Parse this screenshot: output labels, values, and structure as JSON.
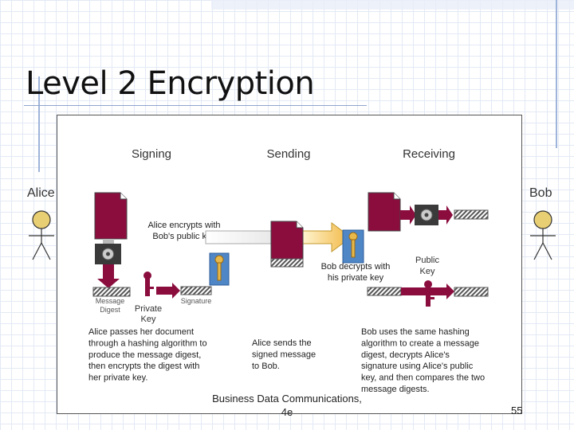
{
  "slide": {
    "title": "Level 2 Encryption",
    "footer_text": "Business Data Communications,\n4e",
    "page_number": "55"
  },
  "people": {
    "alice": "Alice",
    "bob": "Bob"
  },
  "diagram": {
    "headings": {
      "signing": "Signing",
      "sending": "Sending",
      "receiving": "Receiving"
    },
    "callouts": {
      "alice_encrypts_1": "Alice encrypts with",
      "alice_encrypts_2": "Bob's public key",
      "bob_decrypts_1": "Bob decrypts with",
      "bob_decrypts_2": "his private key"
    },
    "labels": {
      "message_1": "Message",
      "message_2": "Digest",
      "private_1": "Private",
      "private_2": "Key",
      "signature": "Signature",
      "public_1": "Public",
      "public_2": "Key"
    },
    "descriptions": {
      "signing": [
        "Alice passes her document",
        "through a hashing algorithm to",
        "produce the message digest,",
        "then encrypts the digest with",
        "her private key."
      ],
      "sending": [
        "Alice sends the",
        "signed message",
        "to Bob."
      ],
      "receiving": [
        "Bob uses the same hashing",
        "algorithm to create a message",
        "digest, decrypts Alice's",
        "signature using Alice's public",
        "key, and then compares the two",
        "message digests."
      ]
    },
    "colors": {
      "document": "#8a0d3e",
      "key_gold": "#e8b94a",
      "lock_blue": "#4f86c6",
      "arrow_gold": "#f4c14f",
      "arrow_gray": "#d8d8d8"
    }
  }
}
